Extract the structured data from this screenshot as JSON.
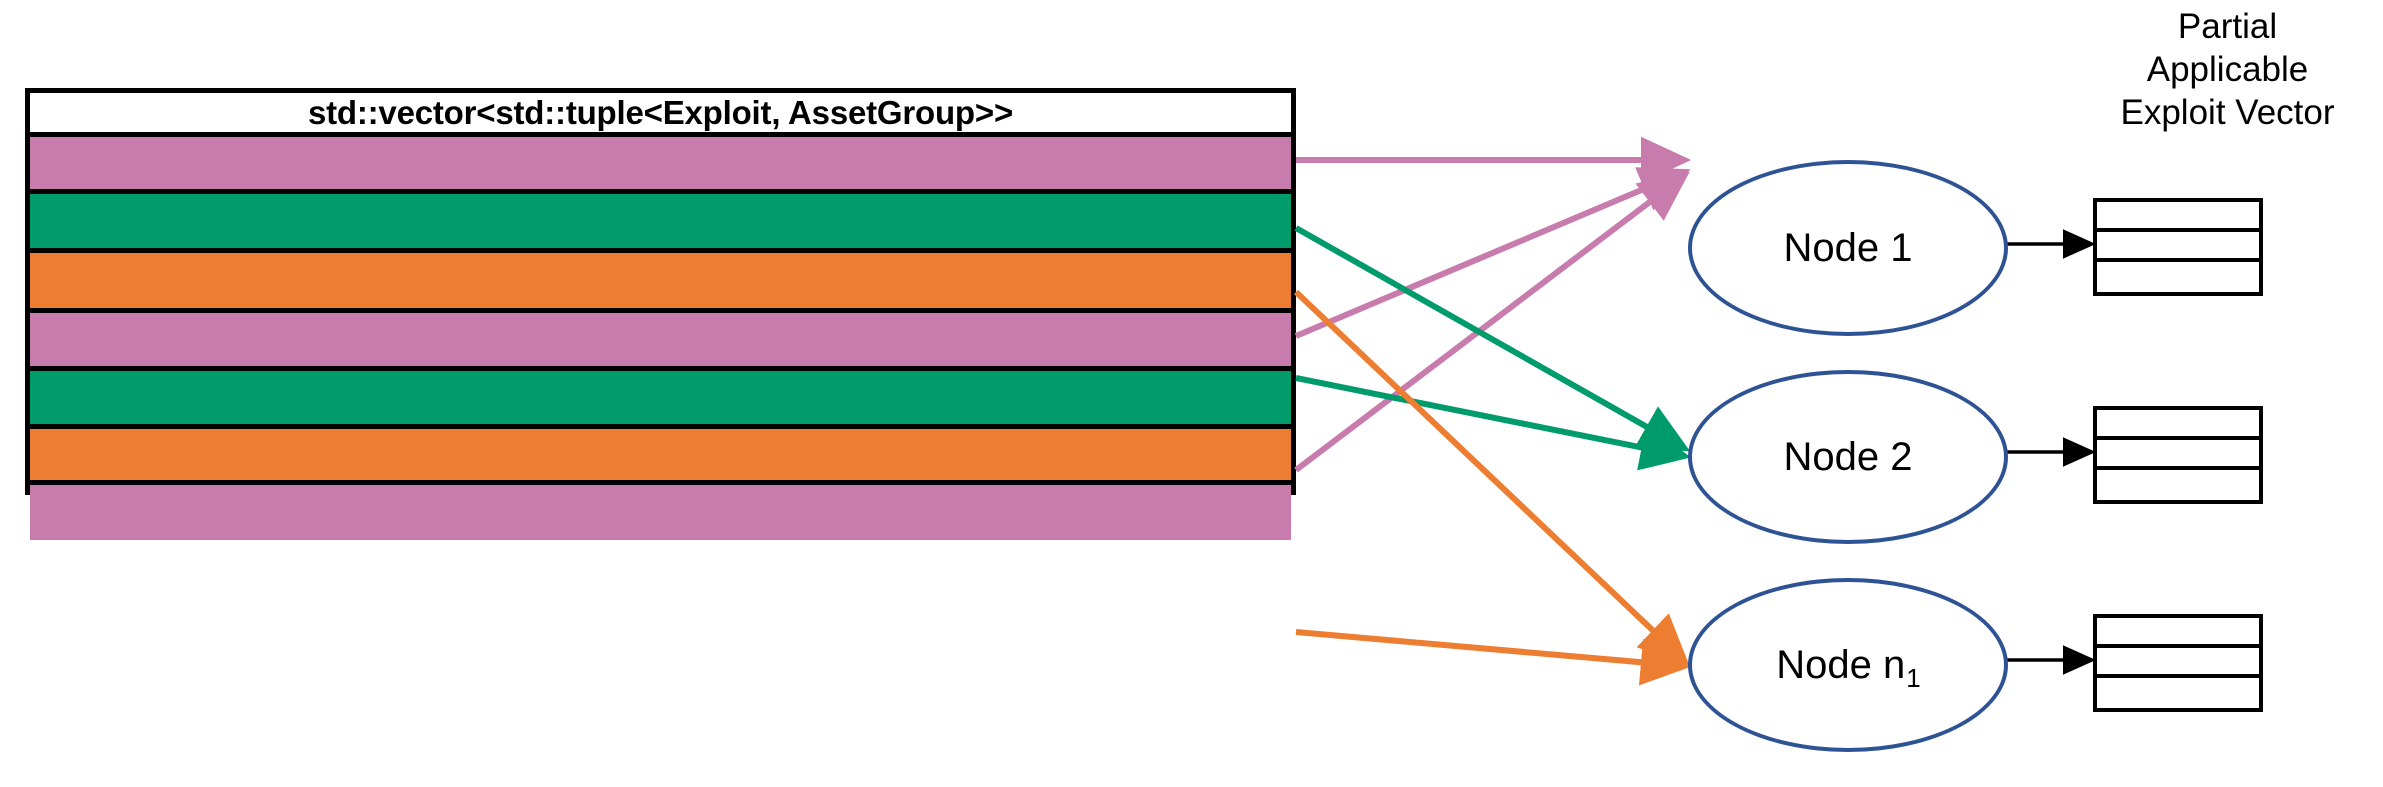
{
  "diagram": {
    "title_text": "std::vector<std::tuple<Exploit, AssetGroup>>",
    "colors": {
      "pink": "#C87BAD",
      "green": "#009B6B",
      "orange": "#ED7D31",
      "node_outline": "#2E5395",
      "border": "#000000",
      "background": "#FFFFFF"
    },
    "table": {
      "header_label": "std::vector<std::tuple<Exploit, AssetGroup>>",
      "rows": [
        {
          "index": 1,
          "color_name": "pink",
          "color": "#C87BAD",
          "target": "Node 1"
        },
        {
          "index": 2,
          "color_name": "green",
          "color": "#009B6B",
          "target": "Node 2"
        },
        {
          "index": 3,
          "color_name": "orange",
          "color": "#ED7D31",
          "target": "Node n1"
        },
        {
          "index": 4,
          "color_name": "pink",
          "color": "#C87BAD",
          "target": "Node 1"
        },
        {
          "index": 5,
          "color_name": "green",
          "color": "#009B6B",
          "target": "Node 2"
        },
        {
          "index": 6,
          "color_name": "orange",
          "color": "#ED7D31",
          "target": "Node n1"
        },
        {
          "index": 7,
          "color_name": "pink",
          "color": "#C87BAD",
          "target": "Node 1"
        }
      ]
    },
    "nodes": [
      {
        "id": "node-1",
        "label": "Node 1",
        "base": "Node 1",
        "sub": ""
      },
      {
        "id": "node-2",
        "label": "Node 2",
        "base": "Node 2",
        "sub": ""
      },
      {
        "id": "node-n1",
        "label": "Node n1",
        "base": "Node n",
        "sub": "1"
      }
    ],
    "right_heading": {
      "line1": "Partial",
      "line2": "Applicable",
      "line3": "Exploit Vector"
    },
    "partial_vectors": [
      {
        "id": "pvec-1",
        "for_node": "Node 1",
        "cells": [
          "",
          "",
          ""
        ]
      },
      {
        "id": "pvec-2",
        "for_node": "Node 2",
        "cells": [
          "",
          "",
          ""
        ]
      },
      {
        "id": "pvec-3",
        "for_node": "Node n1",
        "cells": [
          "",
          "",
          ""
        ]
      }
    ]
  }
}
